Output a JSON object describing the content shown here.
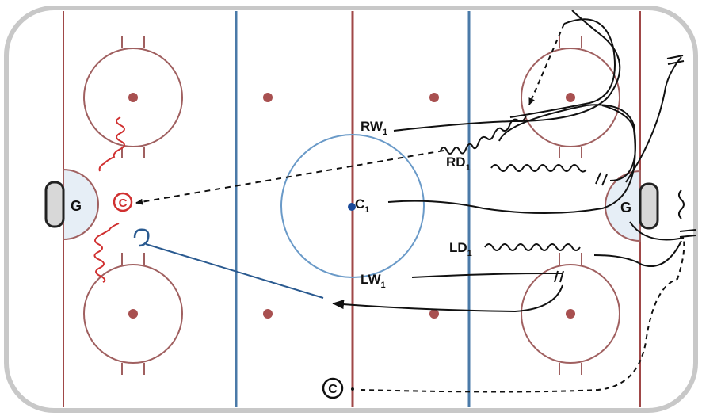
{
  "diagram": {
    "players": [
      {
        "id": "rw",
        "label": "RW",
        "sub": "1"
      },
      {
        "id": "rd",
        "label": "RD",
        "sub": "1"
      },
      {
        "id": "c",
        "label": "C",
        "sub": "1"
      },
      {
        "id": "ld",
        "label": "LD",
        "sub": "1"
      },
      {
        "id": "lw",
        "label": "LW",
        "sub": "1"
      }
    ],
    "goalies": {
      "left": "G",
      "right": "G"
    },
    "coaches": {
      "near_net": "C",
      "bottom": "C"
    },
    "colors": {
      "rink_border": "#c8c8c8",
      "red_line": "#a04848",
      "blue_line": "#4a7aa8",
      "circle": "#a06060",
      "dot": "#a85050",
      "crease_fill": "#e6eef6",
      "goal_fill": "#d8d8d8",
      "skating_path": "#111111",
      "red_path": "#d03030",
      "blue_path": "#2a5a90"
    },
    "icons": [
      "coach-icon",
      "puck-icon",
      "goal-net-icon"
    ]
  }
}
